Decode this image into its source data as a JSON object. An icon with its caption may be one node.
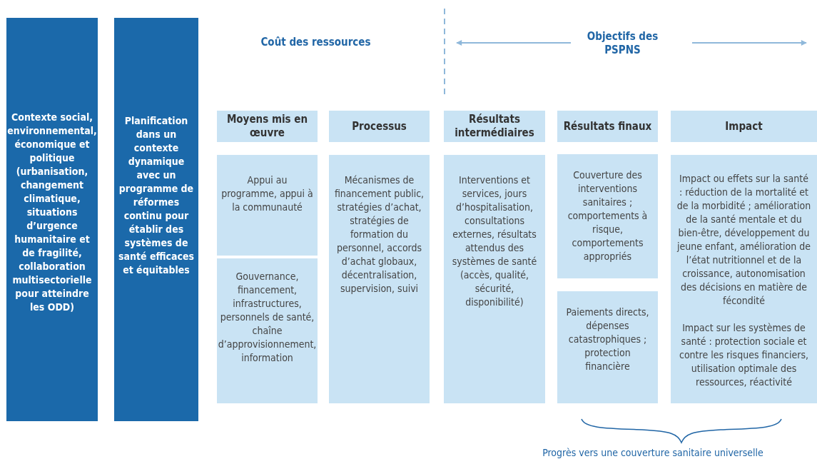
{
  "diagram": {
    "nodes": [
      {
        "text": [
          "Contexte social, environnemental, économique et politique (urbanisation, changement climatique, situations d’urgence humanitaire et de fragilité, collaboration multisectorielle pour atteindre les ODD)"
        ]
      },
      {
        "text": [
          "Planification dans un contexte dynamique avec un programme de réformes continu pour établir des systèmes de santé efficaces et équitables"
        ]
      },
      {
        "text": [
          "Moyens mis en œuvre"
        ]
      },
      {
        "text": [
          "Processus"
        ]
      },
      {
        "text": [
          "Résultats intermédiaires"
        ]
      },
      {
        "text": [
          "Résultats finaux"
        ]
      },
      {
        "text": [
          "Impact"
        ]
      },
      {
        "text": [
          "Appui au programme, appui à la communauté"
        ]
      },
      {
        "text": [
          "Gouvernance, financement, infrastructures, personnels de santé, chaîne d’approvisionnement, information"
        ]
      },
      {
        "text": [
          "Mécanismes de financement public, stratégies d’achat, stratégies de formation du personnel, accords d’achat globaux, décentralisation, supervision, suivi"
        ]
      },
      {
        "text": [
          "Interventions et services, jours d’hospitalisation, consultations externes, résultats attendus des systèmes de santé (accès, qualité, sécurité, disponibilité)"
        ]
      },
      {
        "text": [
          "Couverture des interventions sanitaires ; comportements à risque, comportements appropriés"
        ]
      },
      {
        "text": [
          "Paiements directs, dépenses catastrophiques ; protection financière"
        ]
      },
      {
        "text": [
          "Impact ou effets sur la santé : réduction de la mortalité et de la morbidité ; amélioration de la santé mentale et du bien-être, développement du jeune enfant, amélioration de l’état nutritionnel et de la croissance, autonomisation des décisions en matière de fécondité",
          "Impact sur les systèmes de santé : protection sociale et contre les risques financiers, utilisation optimale des ressources, réactivité"
        ]
      }
    ],
    "labels": [
      "Coût des ressources",
      "Objectifs des PSPNS",
      "Progrès vers une couverture sanitaire universelle"
    ]
  }
}
